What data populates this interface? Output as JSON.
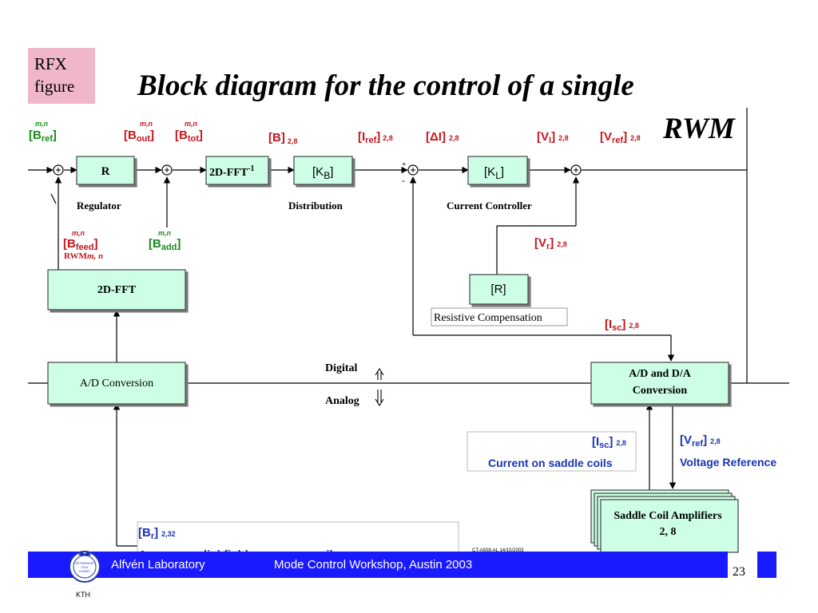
{
  "rfx_label": [
    "RFX",
    "figure"
  ],
  "title": {
    "line1": "Block diagram for the control of a single",
    "line2": "RWM"
  },
  "signals": {
    "b_ref": {
      "sup": "m,n",
      "main": "[B",
      "sub": "ref",
      "close": "]"
    },
    "b_out": {
      "sup": "m,n",
      "main": "[B",
      "sub": "out",
      "close": "]"
    },
    "b_tot": {
      "sup": "m,n",
      "main": "[B",
      "sub": "tot",
      "close": "]"
    },
    "b_28": {
      "main": "[B]",
      "sub": "2,8"
    },
    "i_ref": {
      "main": "[I",
      "sub": "ref",
      "close": "]",
      "idx": "2,8"
    },
    "delta_i": {
      "main": "[ΔI]",
      "idx": "2,8"
    },
    "v_i": {
      "main": "[V",
      "sub": "I",
      "close": "]",
      "idx": "2,8"
    },
    "v_ref_top": {
      "main": "[V",
      "sub": "ref",
      "close": "]",
      "idx": "2,8"
    },
    "b_feed": {
      "sup": "m,n",
      "main": "[B",
      "sub": "feed",
      "close": "]"
    },
    "rwm_label": "RWM",
    "rwm_sub": "m, n",
    "b_add": {
      "sup": "m,n",
      "main": "[B",
      "sub": "add",
      "close": "]"
    },
    "v_r": {
      "main": "[V",
      "sub": "r",
      "close": "]",
      "idx": "2,8"
    },
    "i_sc": {
      "main": "[I",
      "sub": "sc",
      "close": "]",
      "idx": "2,8"
    }
  },
  "blocks": {
    "regulator": "R",
    "fft_inverse": "2D-FFT",
    "fft_inverse_sup": "-1",
    "distribution": "[K",
    "distribution_sub": "B",
    "distribution_close": "]",
    "controller": "[K",
    "controller_sub": "L",
    "controller_close": "]",
    "fft": "2D-FFT",
    "resistor": "[R]",
    "ad": "A/D Conversion",
    "ad_da_line1": "A/D and D/A",
    "ad_da_line2": "Conversion",
    "amplifiers_line1": "Saddle Coil Amplifiers",
    "amplifiers_line2": "2, 8"
  },
  "labels": {
    "regulator": "Regulator",
    "distribution": "Distribution",
    "controller": "Current Controller",
    "resistive": "Resistive Compensation",
    "digital": "Digital",
    "analog": "Analog",
    "plus": "+",
    "minus": "-"
  },
  "legends": {
    "isc": {
      "main": "[I",
      "sub": "sc",
      "close": "]",
      "idx": "2,8",
      "desc": "Current on saddle coils"
    },
    "vref": {
      "main": "[V",
      "sub": "ref",
      "close": "]",
      "idx": "2,8",
      "desc": "Voltage Reference"
    },
    "br": {
      "main": "[B",
      "sub": "r",
      "close": "]",
      "idx": "2,32",
      "desc": "Average radial field on sensor coils"
    }
  },
  "stamp": "CT-A508-AL 14/10/2003",
  "footer": {
    "lab": "Alfvén Laboratory",
    "event": "Mode Control Workshop, Austin 2003",
    "slide": "23",
    "logo_caption": "KTH",
    "logo_text": "VETENSKAP OCH KONST"
  },
  "colors": {
    "green": "#1a8a1a",
    "red": "#c4161c",
    "blue": "#1a33b3",
    "box_fill": "#ccffe6",
    "footer_blue": "#1a1aff",
    "rfx_pink": "#f0b6c9"
  }
}
